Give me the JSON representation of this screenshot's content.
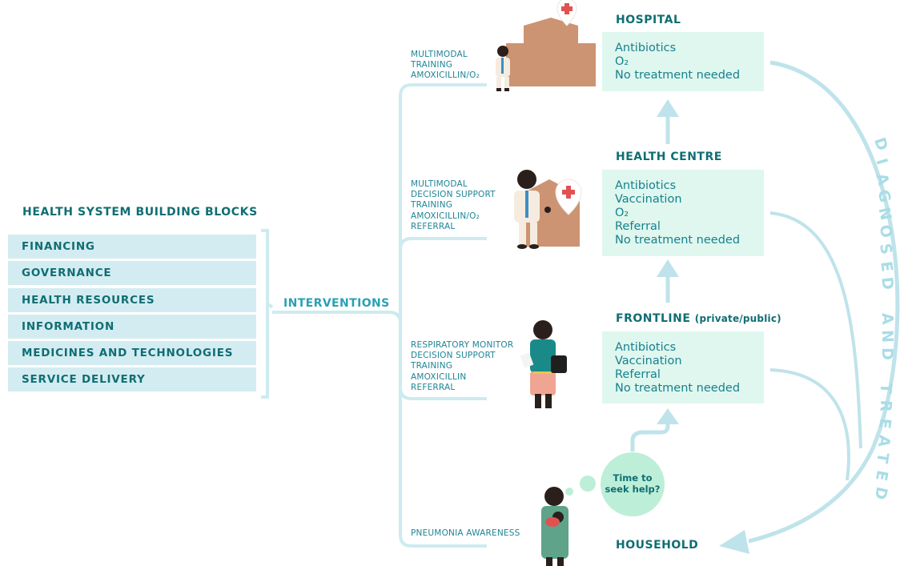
{
  "building_blocks": {
    "title": "HEALTH SYSTEM BUILDING BLOCKS",
    "items": [
      "FINANCING",
      "GOVERNANCE",
      "HEALTH RESOURCES",
      "INFORMATION",
      "MEDICINES AND TECHNOLOGIES",
      "SERVICE DELIVERY"
    ]
  },
  "interventions_label": "INTERVENTIONS",
  "levels": {
    "hospital": {
      "title": "HOSPITAL",
      "interventions": [
        "MULTIMODAL",
        "TRAINING",
        "AMOXICILLIN/O₂"
      ],
      "treatments": [
        "Antibiotics",
        "O₂",
        "No treatment needed"
      ]
    },
    "health_centre": {
      "title": "HEALTH CENTRE",
      "interventions": [
        "MULTIMODAL",
        "DECISION SUPPORT",
        "TRAINING",
        "AMOXICILLIN/O₂",
        "REFERRAL"
      ],
      "treatments": [
        "Antibiotics",
        "Vaccination",
        "O₂",
        "Referral",
        "No treatment needed"
      ]
    },
    "frontline": {
      "title": "FRONTLINE",
      "title_note": "(private/public)",
      "interventions": [
        "RESPIRATORY MONITOR",
        "DECISION SUPPORT",
        "TRAINING",
        "AMOXICILLIN",
        "REFERRAL"
      ],
      "treatments": [
        "Antibiotics",
        "Vaccination",
        "Referral",
        "No treatment needed"
      ]
    },
    "household": {
      "title": "HOUSEHOLD",
      "interventions": [
        "PNEUMONIA AWARENESS"
      ]
    }
  },
  "thought_bubble": [
    "Time to",
    "seek help?"
  ],
  "side_label": "DIAGNOSED AND TREATED",
  "colors": {
    "teal_dark": "#0f6e73",
    "teal_mid": "#2aa0b5",
    "block_bg": "#d3ecf1",
    "treatment_bg": "#dff7ee",
    "line": "#cdebf0",
    "arrow": "#bfe3ea",
    "bubble": "#bdeed8",
    "building": "#cc9473",
    "red_cross": "#e05252"
  }
}
